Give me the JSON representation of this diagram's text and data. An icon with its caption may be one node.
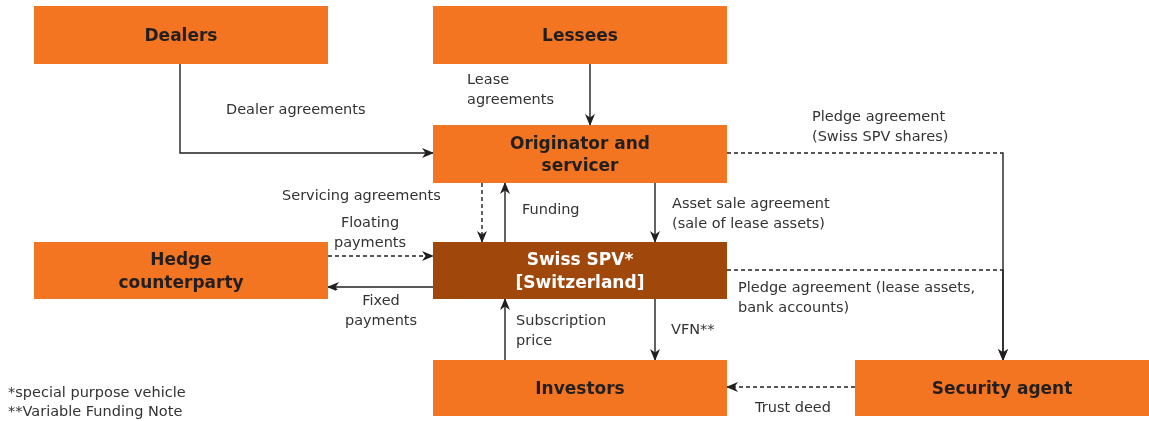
{
  "diagram": {
    "nodes": [
      {
        "text": [
          "Dealers"
        ]
      },
      {
        "text": [
          "Lessees"
        ]
      },
      {
        "text": [
          "Originator and servicer"
        ]
      },
      {
        "text": [
          "Hedge counterparty"
        ]
      },
      {
        "text": [
          "Swiss SPV* [Switzerland]"
        ]
      },
      {
        "text": [
          "Investors"
        ]
      },
      {
        "text": [
          "Security agent"
        ]
      }
    ],
    "edges": [
      {
        "from": 0,
        "to": 2,
        "arrow": "to",
        "label": "Dealer agreements"
      },
      {
        "from": 1,
        "to": 2,
        "arrow": "to",
        "label": "Lease agreements"
      },
      {
        "from": 2,
        "to": 6,
        "arrow": "to",
        "style": "dashed",
        "label": "Pledge agreement (Swiss SPV shares)"
      },
      {
        "from": 4,
        "to": 6,
        "arrow": "to",
        "style": "dashed",
        "label": "Pledge agreement (lease assets, bank accounts)"
      },
      {
        "from": 2,
        "to": 4,
        "arrow": "to",
        "style": "dashed",
        "label": "Servicing agreements"
      },
      {
        "from": 4,
        "to": 2,
        "arrow": "to",
        "label": "Funding"
      },
      {
        "from": 2,
        "to": 4,
        "arrow": "to",
        "label": "Asset sale agreement (sale of lease assets)"
      },
      {
        "from": 3,
        "to": 4,
        "arrow": "to",
        "style": "dashed",
        "label": "Floating payments"
      },
      {
        "from": 4,
        "to": 3,
        "arrow": "to",
        "label": "Fixed payments"
      },
      {
        "from": 5,
        "to": 4,
        "arrow": "to",
        "label": "Subscription price"
      },
      {
        "from": 4,
        "to": 5,
        "arrow": "to",
        "label": "VFN**"
      },
      {
        "from": 6,
        "to": 5,
        "arrow": "to",
        "style": "dashed",
        "label": "Trust deed"
      }
    ],
    "labels": [
      "*special purpose vehicle",
      "**Variable Funding Note"
    ]
  }
}
